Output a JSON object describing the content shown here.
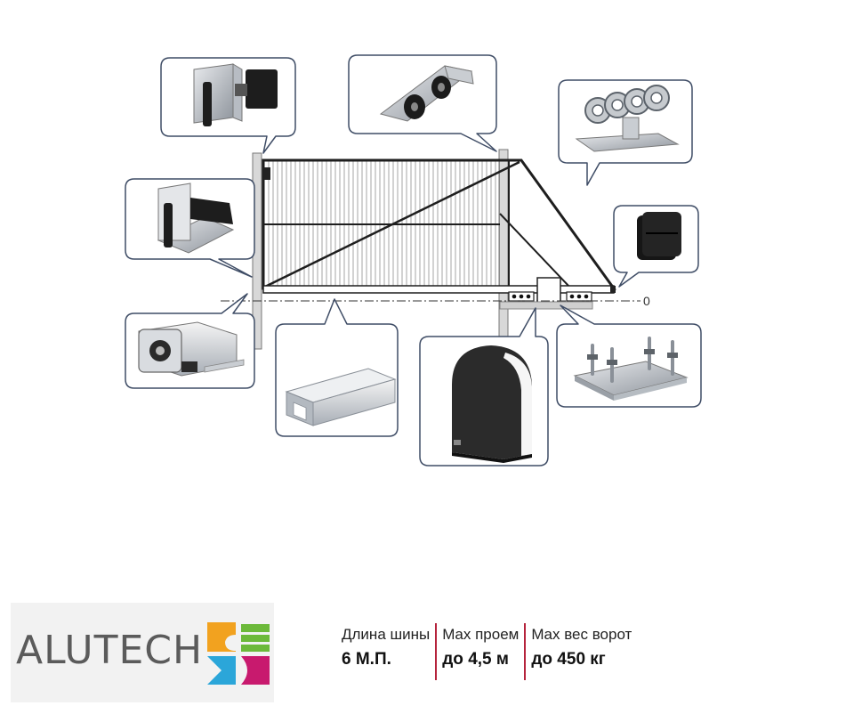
{
  "axis_label": "0",
  "brand": {
    "name": "ALUTECH",
    "colors": {
      "orange": "#f2a21f",
      "green": "#6cb93a",
      "blue": "#2ba6d9",
      "pink": "#c81a6e"
    }
  },
  "specs": [
    {
      "label": "Длина шины",
      "value": "6 М.П."
    },
    {
      "label": "Max проем",
      "value": "до 4,5 м"
    },
    {
      "label": "Max вес ворот",
      "value": "до 450 кг"
    }
  ],
  "colors": {
    "separator": "#b5233c",
    "frame": "#1e1e1e",
    "callout_border": "#3f4d66"
  },
  "parts": [
    {
      "icon": "upper-guide-bracket-icon"
    },
    {
      "icon": "upper-guide-roller-icon"
    },
    {
      "icon": "roller-carriage-icon"
    },
    {
      "icon": "lower-catcher-icon"
    },
    {
      "icon": "end-roller-icon"
    },
    {
      "icon": "end-cap-icon"
    },
    {
      "icon": "guide-rail-icon"
    },
    {
      "icon": "gate-motor-icon"
    },
    {
      "icon": "foundation-plate-icon"
    }
  ]
}
